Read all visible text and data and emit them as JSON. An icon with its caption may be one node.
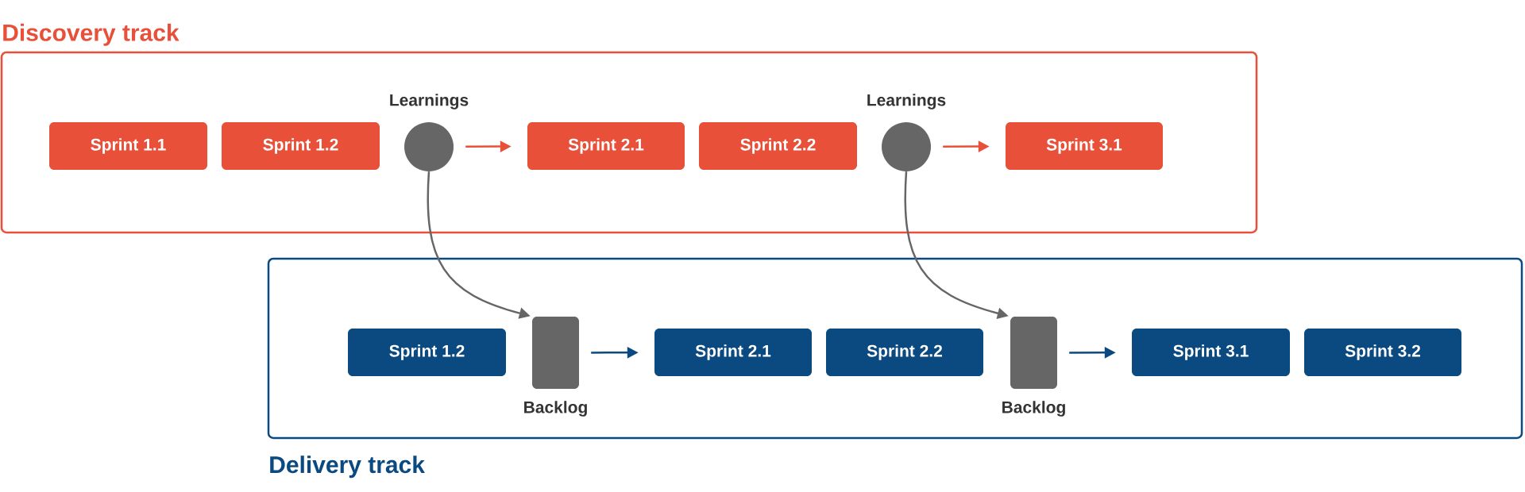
{
  "diagram": {
    "nodes": [
      {
        "text": [
          "Discovery track"
        ]
      },
      {
        "text": [
          "Sprint 1.1"
        ],
        "in": 0
      },
      {
        "text": [
          "Sprint 1.2"
        ],
        "in": 0
      },
      {
        "text": [
          "Learnings"
        ],
        "in": 0
      },
      {
        "text": [
          "Sprint 2.1"
        ],
        "in": 0
      },
      {
        "text": [
          "Sprint 2.2"
        ],
        "in": 0
      },
      {
        "text": [
          "Learnings"
        ],
        "in": 0
      },
      {
        "text": [
          "Sprint 3.1"
        ],
        "in": 0
      },
      {
        "text": [
          "Delivery track"
        ]
      },
      {
        "text": [
          "Sprint 1.2"
        ],
        "in": 8
      },
      {
        "text": [
          "Backlog"
        ],
        "in": 8
      },
      {
        "text": [
          "Sprint 2.1"
        ],
        "in": 8
      },
      {
        "text": [
          "Sprint 2.2"
        ],
        "in": 8
      },
      {
        "text": [
          "Backlog"
        ],
        "in": 8
      },
      {
        "text": [
          "Sprint 3.1"
        ],
        "in": 8
      },
      {
        "text": [
          "Sprint 3.2"
        ],
        "in": 8
      }
    ],
    "edges": [
      {
        "from": 3,
        "to": 4,
        "arrow": "to",
        "color": "#e8503a"
      },
      {
        "from": 6,
        "to": 7,
        "arrow": "to",
        "color": "#e8503a"
      },
      {
        "from": 3,
        "to": 10,
        "arrow": "to",
        "color": "#666666"
      },
      {
        "from": 6,
        "to": 13,
        "arrow": "to",
        "color": "#666666"
      },
      {
        "from": 10,
        "to": 11,
        "arrow": "to",
        "color": "#0b4a80"
      },
      {
        "from": 13,
        "to": 14,
        "arrow": "to",
        "color": "#0b4a80"
      }
    ]
  }
}
